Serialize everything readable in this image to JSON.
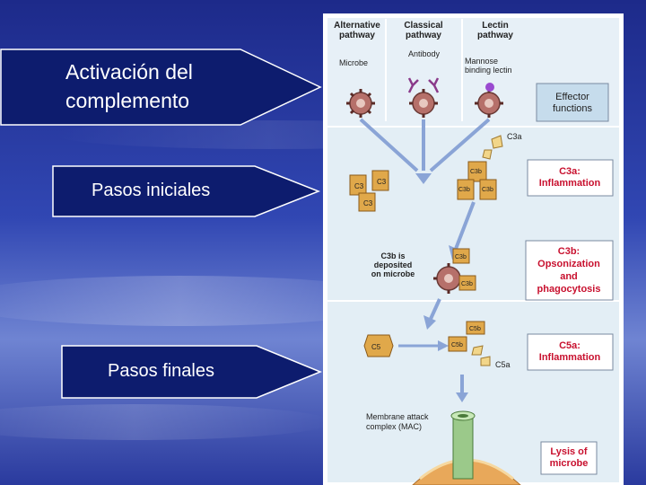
{
  "slide": {
    "arrow_activation": "Activación del complemento",
    "arrow_activation_line1": "Activación del",
    "arrow_activation_line2": "complemento",
    "arrow_initial": "Pasos iniciales",
    "arrow_final": "Pasos finales"
  },
  "diagram": {
    "pathways": {
      "alternative_line1": "Alternative",
      "alternative_line2": "pathway",
      "classical_line1": "Classical",
      "classical_line2": "pathway",
      "lectin_line1": "Lectin",
      "lectin_line2": "pathway"
    },
    "labels": {
      "microbe": "Microbe",
      "antibody": "Antibody",
      "mannose_line1": "Mannose",
      "mannose_line2": "binding lectin",
      "effector_line1": "Effector",
      "effector_line2": "functions",
      "c3a": "C3a",
      "c3": "C3",
      "c3b": "C3b",
      "c3b_deposit_line1": "C3b is",
      "c3b_deposit_line2": "deposited",
      "c3b_deposit_line3": "on microbe",
      "c5": "C5",
      "c5b": "C5b",
      "c5a": "C5a",
      "mac_line1": "Membrane attack",
      "mac_line2": "complex (MAC)"
    },
    "effects": {
      "c3a_line1": "C3a:",
      "c3a_line2": "Inflammation",
      "c3b_line1": "C3b:",
      "c3b_line2": "Opsonization",
      "c3b_line3": "and",
      "c3b_line4": "phagocytosis",
      "c5a_line1": "C5a:",
      "c5a_line2": "Inflammation",
      "lysis_line1": "Lysis of",
      "lysis_line2": "microbe"
    },
    "colors": {
      "effect_text": "#c8102e",
      "arrow": "#8aa4d6",
      "complement": "#e0a84a",
      "microbe": "#b6706a"
    }
  }
}
